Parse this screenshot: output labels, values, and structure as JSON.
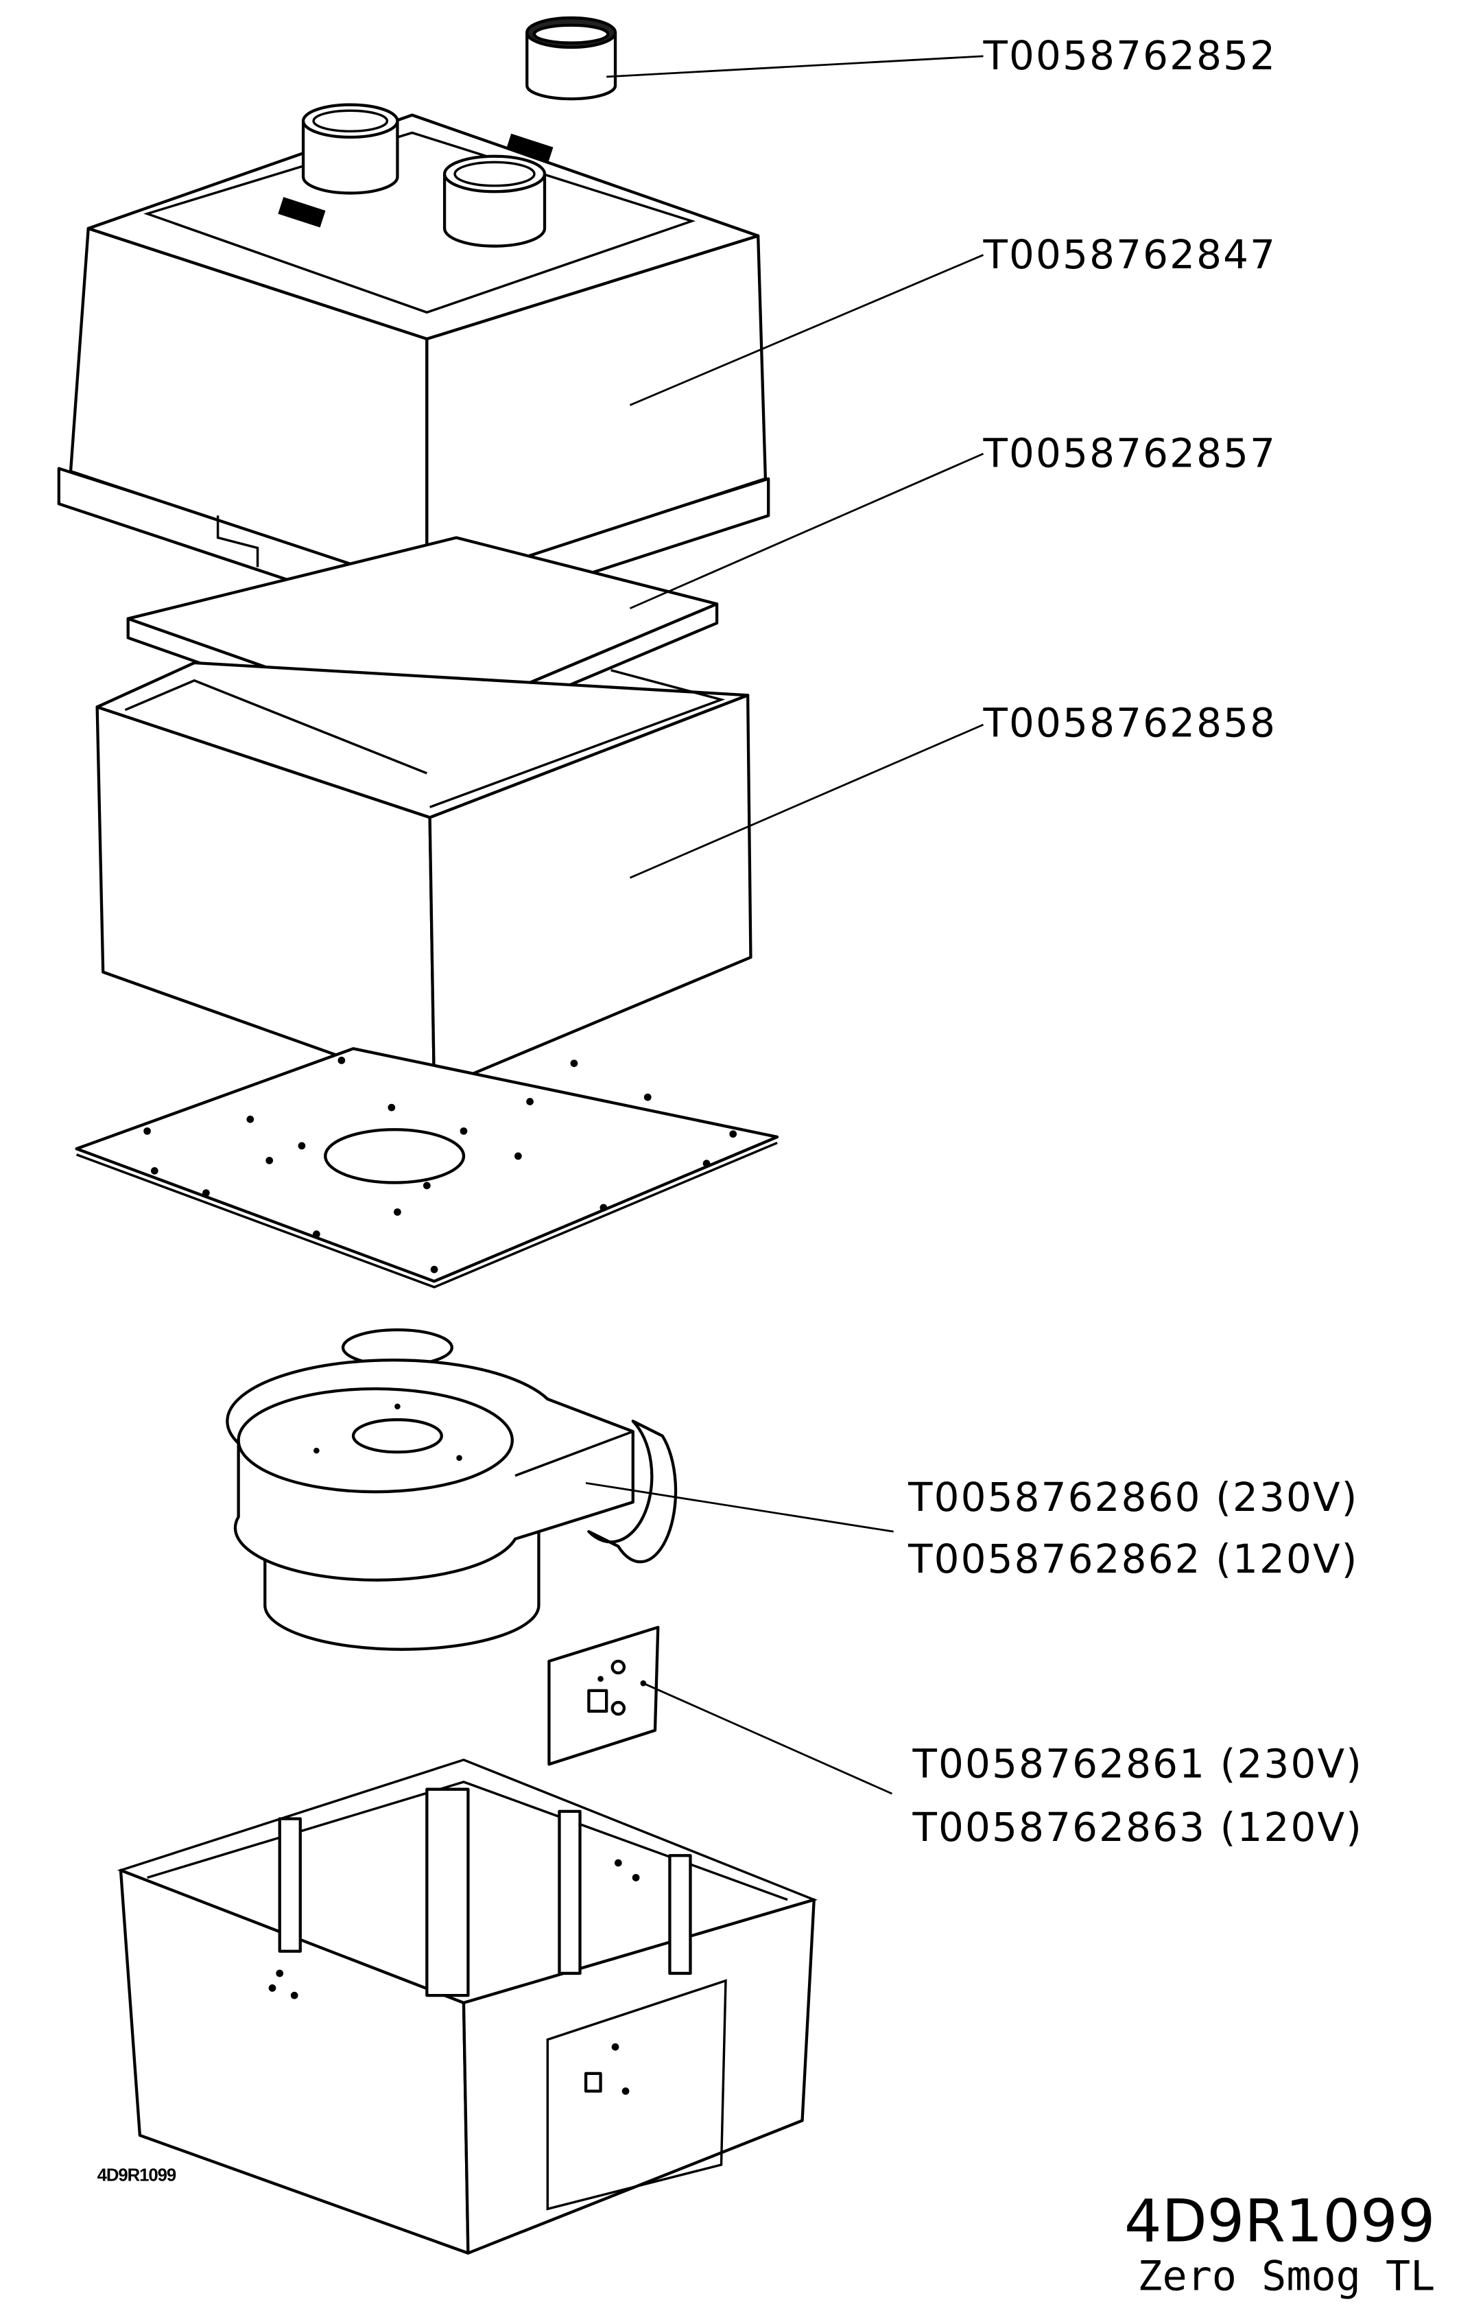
{
  "parts": [
    {
      "part_number": "T0058762852"
    },
    {
      "part_number": "T0058762847"
    },
    {
      "part_number": "T0058762857"
    },
    {
      "part_number": "T0058762858"
    },
    {
      "part_number": "T0058762860 (230V)"
    },
    {
      "part_number": "T0058762862 (120V)"
    },
    {
      "part_number": "T0058762861 (230V)"
    },
    {
      "part_number": "T0058762863 (120V)"
    }
  ],
  "drawing_code_small": "4D9R1099",
  "title_block": {
    "drawing_code": "4D9R1099",
    "product_name": "Zero Smog TL"
  }
}
